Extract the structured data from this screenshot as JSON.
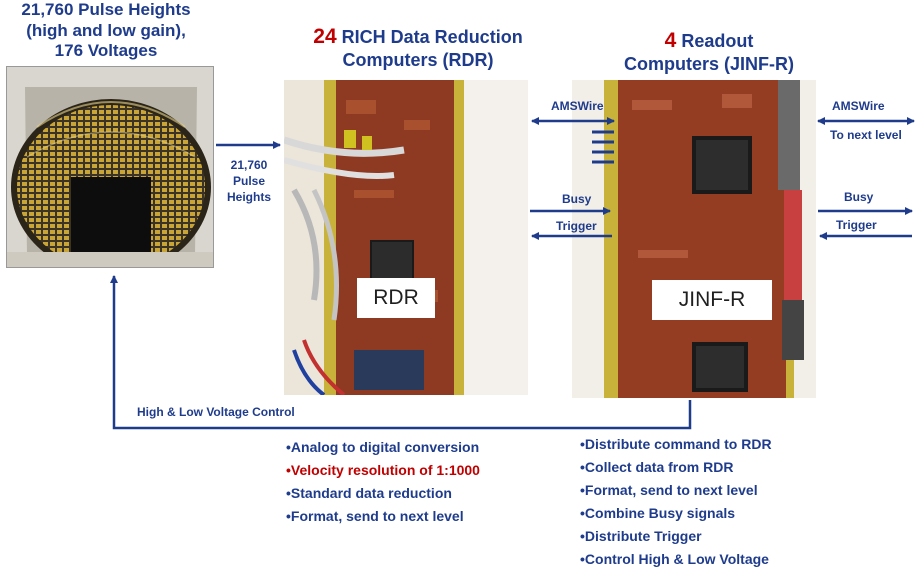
{
  "colors": {
    "accent": "#1f3c8c",
    "highlight": "#c00000"
  },
  "detector": {
    "title_line1": "21,760 Pulse Heights",
    "title_line2": "(high and low gain),",
    "title_line3": "176 Voltages",
    "pulse_label_line1": "21,760",
    "pulse_label_line2": "Pulse",
    "pulse_label_line3": "Heights"
  },
  "rdr": {
    "count": "24",
    "title_line1_rest": "RICH Data Reduction",
    "title_line2": "Computers (RDR)",
    "box_label": "RDR",
    "functions": [
      {
        "text": "•Analog to digital conversion",
        "highlight": false
      },
      {
        "text": "•Velocity resolution of 1:1000",
        "highlight": true
      },
      {
        "text": "•Standard data reduction",
        "highlight": false
      },
      {
        "text": "•Format, send to next level",
        "highlight": false
      }
    ]
  },
  "jinf": {
    "count": "4",
    "title_line1_rest": "Readout",
    "title_line2": "Computers (JINF-R)",
    "box_label": "JINF-R",
    "functions": [
      "•Distribute command to RDR",
      "•Collect data from RDR",
      "•Format, send to next level",
      "•Combine Busy signals",
      "•Distribute Trigger",
      "•Control High & Low Voltage"
    ]
  },
  "links": {
    "amswire_left": "AMSWire",
    "busy_left": "Busy",
    "trigger_left": "Trigger",
    "amswire_right": "AMSWire",
    "to_next_level": "To next level",
    "busy_right": "Busy",
    "trigger_right": "Trigger",
    "hv_control": "High & Low Voltage Control"
  }
}
